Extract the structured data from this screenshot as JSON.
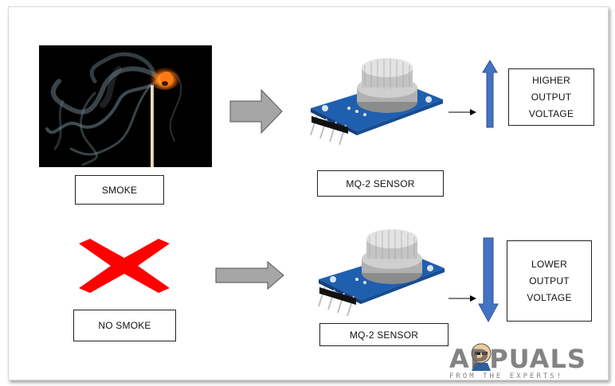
{
  "top_row": {
    "input_label": "SMOKE",
    "sensor_label": "MQ-2 SENSOR",
    "output_label": "HIGHER\nOUTPUT\nVOLTAGE"
  },
  "bottom_row": {
    "input_label": "NO SMOKE",
    "sensor_label": "MQ-2 SENSOR",
    "output_label": "LOWER\nOUTPUT\nVOLTAGE"
  },
  "watermark": {
    "brand": "APPUALS",
    "tagline": "FROM THE EXPERTS!"
  },
  "colors": {
    "gray_arrow": "#a6a6a6",
    "voltage_arrow": "#4472c4",
    "cross": "#ff0000",
    "sensor_board": "#1f5fb0"
  }
}
